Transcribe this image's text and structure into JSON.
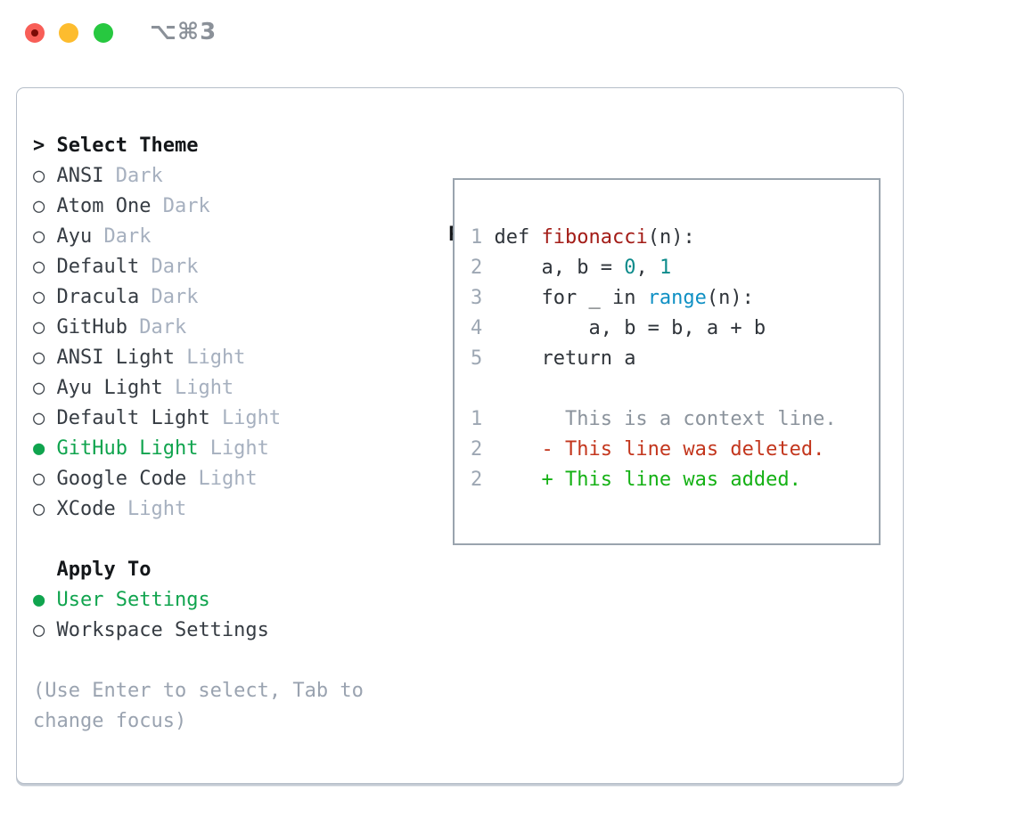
{
  "window": {
    "title": "⌥⌘3",
    "traffic_lights": [
      {
        "name": "close",
        "color": "#f85e57"
      },
      {
        "name": "minimize",
        "color": "#fdbc2e"
      },
      {
        "name": "zoom",
        "color": "#27c840"
      }
    ]
  },
  "theme_picker": {
    "prompt": ">",
    "title": "Select Theme",
    "radio_selected_glyph": "●",
    "radio_unselected_glyph": "○",
    "items": [
      {
        "name": "ANSI",
        "variant": "Dark",
        "selected": false
      },
      {
        "name": "Atom One",
        "variant": "Dark",
        "selected": false
      },
      {
        "name": "Ayu",
        "variant": "Dark",
        "selected": false
      },
      {
        "name": "Default",
        "variant": "Dark",
        "selected": false
      },
      {
        "name": "Dracula",
        "variant": "Dark",
        "selected": false
      },
      {
        "name": "GitHub",
        "variant": "Dark",
        "selected": false
      },
      {
        "name": "ANSI Light",
        "variant": "Light",
        "selected": false
      },
      {
        "name": "Ayu Light",
        "variant": "Light",
        "selected": false
      },
      {
        "name": "Default Light",
        "variant": "Light",
        "selected": false
      },
      {
        "name": "GitHub Light",
        "variant": "Light",
        "selected": true
      },
      {
        "name": "Google Code",
        "variant": "Light",
        "selected": false
      },
      {
        "name": "XCode",
        "variant": "Light",
        "selected": false
      }
    ]
  },
  "apply_to": {
    "title": "Apply To",
    "options": [
      {
        "name": "User Settings",
        "selected": true
      },
      {
        "name": "Workspace Settings",
        "selected": false
      }
    ]
  },
  "help_text": [
    "(Use Enter to select, Tab to",
    "change focus)"
  ],
  "preview": {
    "title": "Preview",
    "lines": [
      [
        {
          "t": "1 ",
          "c": "ln"
        },
        {
          "t": "def ",
          "c": "code"
        },
        {
          "t": "fibonacci",
          "c": "fn"
        },
        {
          "t": "(n):",
          "c": "code"
        }
      ],
      [
        {
          "t": "2 ",
          "c": "ln"
        },
        {
          "t": "    a, b = ",
          "c": "code"
        },
        {
          "t": "0",
          "c": "num"
        },
        {
          "t": ", ",
          "c": "code"
        },
        {
          "t": "1",
          "c": "num"
        }
      ],
      [
        {
          "t": "3 ",
          "c": "ln"
        },
        {
          "t": "    for _ in ",
          "c": "code"
        },
        {
          "t": "range",
          "c": "builtin"
        },
        {
          "t": "(n):",
          "c": "code"
        }
      ],
      [
        {
          "t": "4 ",
          "c": "ln"
        },
        {
          "t": "        a, b = b, a + b",
          "c": "code"
        }
      ],
      [
        {
          "t": "5 ",
          "c": "ln"
        },
        {
          "t": "    return a",
          "c": "code"
        }
      ],
      [],
      [
        {
          "t": "1",
          "c": "ln"
        },
        {
          "t": "       This is a context line.",
          "c": "ctx"
        }
      ],
      [
        {
          "t": "2",
          "c": "ln"
        },
        {
          "t": "     - This line was deleted.",
          "c": "del"
        }
      ],
      [
        {
          "t": "2",
          "c": "ln"
        },
        {
          "t": "     + This line was added.",
          "c": "add"
        }
      ]
    ]
  },
  "colors": {
    "selected_green": "#10a44e",
    "diff_added": "#15b115",
    "diff_deleted": "#c3361d",
    "function_name": "#a31c17",
    "number_literal": "#0d8b8b",
    "builtin": "#0f90c4",
    "muted": "#a6b0bf",
    "panel_border": "#b6bec9"
  }
}
